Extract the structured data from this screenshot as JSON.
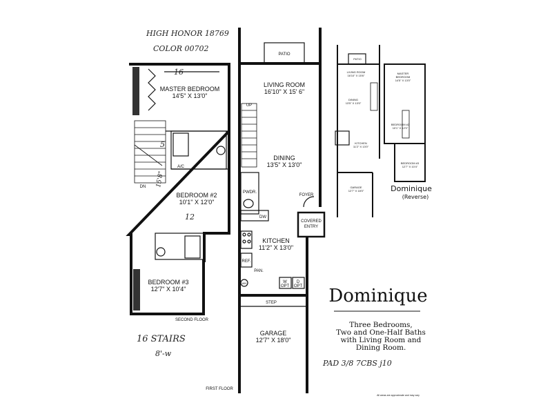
{
  "handwritten_notes": {
    "top_line1": "HIGH HONOR 18769",
    "top_line2": "COLOR 00702",
    "stairs_note": "16 STAIRS",
    "width_note": "8'-w",
    "bottom_note": "PAD 3/8 7CBS j10",
    "dim_16": "16",
    "dim_12": "12",
    "dim_5": "5",
    "dim_15": "15'8\""
  },
  "second_floor": {
    "label": "SECOND FLOOR",
    "rooms": [
      {
        "name": "MASTER BEDROOM",
        "size": "14'5\" X 13'0\""
      },
      {
        "name": "BEDROOM #2",
        "size": "10'1\" X 12'0\""
      },
      {
        "name": "BEDROOM #3",
        "size": "12'7\" X 10'4\""
      }
    ],
    "ac_label": "A/C",
    "dn_label": "DN"
  },
  "first_floor": {
    "label": "FIRST FLOOR",
    "patio": "PATIO",
    "rooms": [
      {
        "name": "LIVING ROOM",
        "size": "16'10\" X 15' 6\""
      },
      {
        "name": "DINING",
        "size": "13'5\" X 13'0\""
      },
      {
        "name": "KITCHEN",
        "size": "11'2\" X 13'0\""
      },
      {
        "name": "GARAGE",
        "size": "12'7\" X 18'0\""
      }
    ],
    "up_label": "UP",
    "pwdr": "PWDR.",
    "foyer": "FOYER",
    "covered_entry": [
      "COVERED",
      "ENTRY"
    ],
    "dw": "DW",
    "ref": "REF.",
    "pan": "PAN.",
    "wh": "WH",
    "w_opt": [
      "W",
      "OPT"
    ],
    "d_opt": [
      "D",
      "OPT"
    ],
    "step": "STEP"
  },
  "reverse_plan": {
    "title": "Dominique",
    "subtitle": "(Reverse)",
    "patio": "PATIO",
    "living": [
      "LIVING ROOM",
      "16'10\" X 15'6\""
    ],
    "dining": [
      "DINING",
      "13'5\" X 13'0\""
    ],
    "kitchen": [
      "KITCHEN",
      "11'2\" X 13'0\""
    ],
    "garage": [
      "GARAGE",
      "12'7\" X 18'0\""
    ],
    "master": [
      "MASTER",
      "BEDROOM",
      "14'5\" X 13'0\""
    ],
    "bed2": [
      "BEDROOM #2",
      "10'1\" X 12'0\""
    ],
    "bed3": [
      "BEDROOM #3",
      "12'7\" X 10'4\""
    ]
  },
  "info": {
    "title": "Dominique",
    "description": [
      "Three Bedrooms,",
      "Two and One-Half Baths",
      "with Living Room and",
      "Dining Room."
    ],
    "footnote": "All areas are approximate and may vary"
  }
}
